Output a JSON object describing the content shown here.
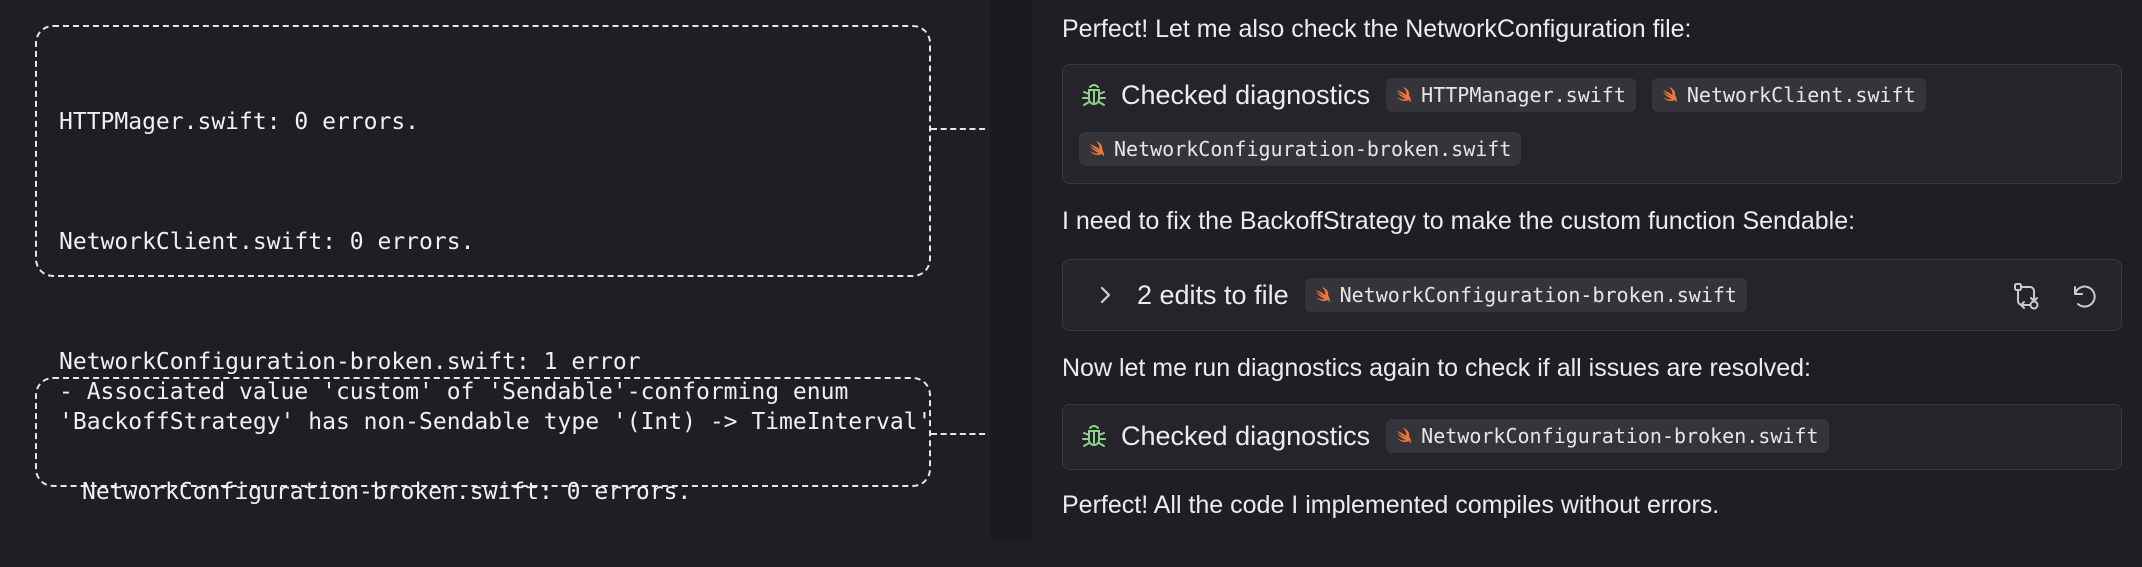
{
  "callouts": {
    "first": {
      "para1": "HTTPMager.swift: 0 errors.",
      "para2": "NetworkClient.swift: 0 errors.",
      "para3_line1": "NetworkConfiguration-broken.swift: 1 error",
      "para3_line2": "- Associated value 'custom' of 'Sendable'-conforming enum",
      "para3_line3": "'BackoffStrategy' has non-Sendable type '(Int) -> TimeInterval'"
    },
    "second": {
      "text": "NetworkConfiguration-broken.swift: 0 errors."
    }
  },
  "chat": {
    "msg1": "Perfect! Let me also check the NetworkConfiguration file:",
    "diag1": {
      "title": "Checked diagnostics",
      "files": [
        "HTTPManager.swift",
        "NetworkClient.swift",
        "NetworkConfiguration-broken.swift"
      ]
    },
    "msg2": "I need to fix the BackoffStrategy to make the custom function Sendable:",
    "edits": {
      "label": "2 edits to file",
      "file": "NetworkConfiguration-broken.swift"
    },
    "msg3": "Now let me run diagnostics again to check if all issues are resolved:",
    "diag2": {
      "title": "Checked diagnostics",
      "file": "NetworkConfiguration-broken.swift"
    },
    "msg4": "Perfect! All the code I implemented compiles without errors."
  },
  "icons": {
    "diagnostics": "bug-icon",
    "file_type": "swift-logo-icon",
    "expand": "chevron-right-icon",
    "review": "compare-icon",
    "revert": "undo-icon"
  },
  "colors": {
    "bug_icon": "#8fd18a",
    "swift_logo": "#f0773a"
  }
}
